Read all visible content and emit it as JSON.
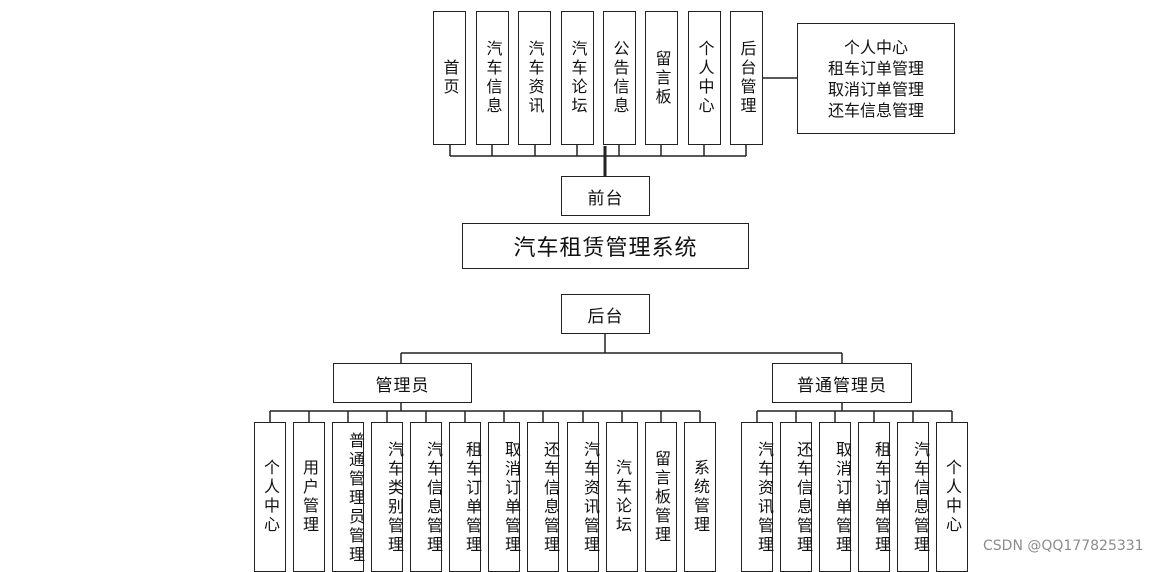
{
  "root": {
    "title": "汽车租赁管理系统"
  },
  "front": {
    "label": "前台",
    "modules": [
      "首页",
      "汽车信息",
      "汽车资讯",
      "汽车论坛",
      "公告信息",
      "留言板",
      "个人中心",
      "后台管理"
    ],
    "user_center_items": [
      "个人中心",
      "租车订单管理",
      "取消订单管理",
      "还车信息管理"
    ]
  },
  "back": {
    "label": "后台",
    "admin": {
      "label": "管理员",
      "modules": [
        "个人中心",
        "用户管理",
        "普通管理员管理",
        "汽车类别管理",
        "汽车信息管理",
        "租车订单管理",
        "取消订单管理",
        "还车信息管理",
        "汽车资讯管理",
        "汽车论坛",
        "留言板管理",
        "系统管理"
      ]
    },
    "normal_admin": {
      "label": "普通管理员",
      "modules": [
        "汽车资讯管理",
        "还车信息管理",
        "取消订单管理",
        "租车订单管理",
        "汽车信息管理",
        "个人中心"
      ]
    }
  },
  "watermark": "CSDN @QQ177825331"
}
